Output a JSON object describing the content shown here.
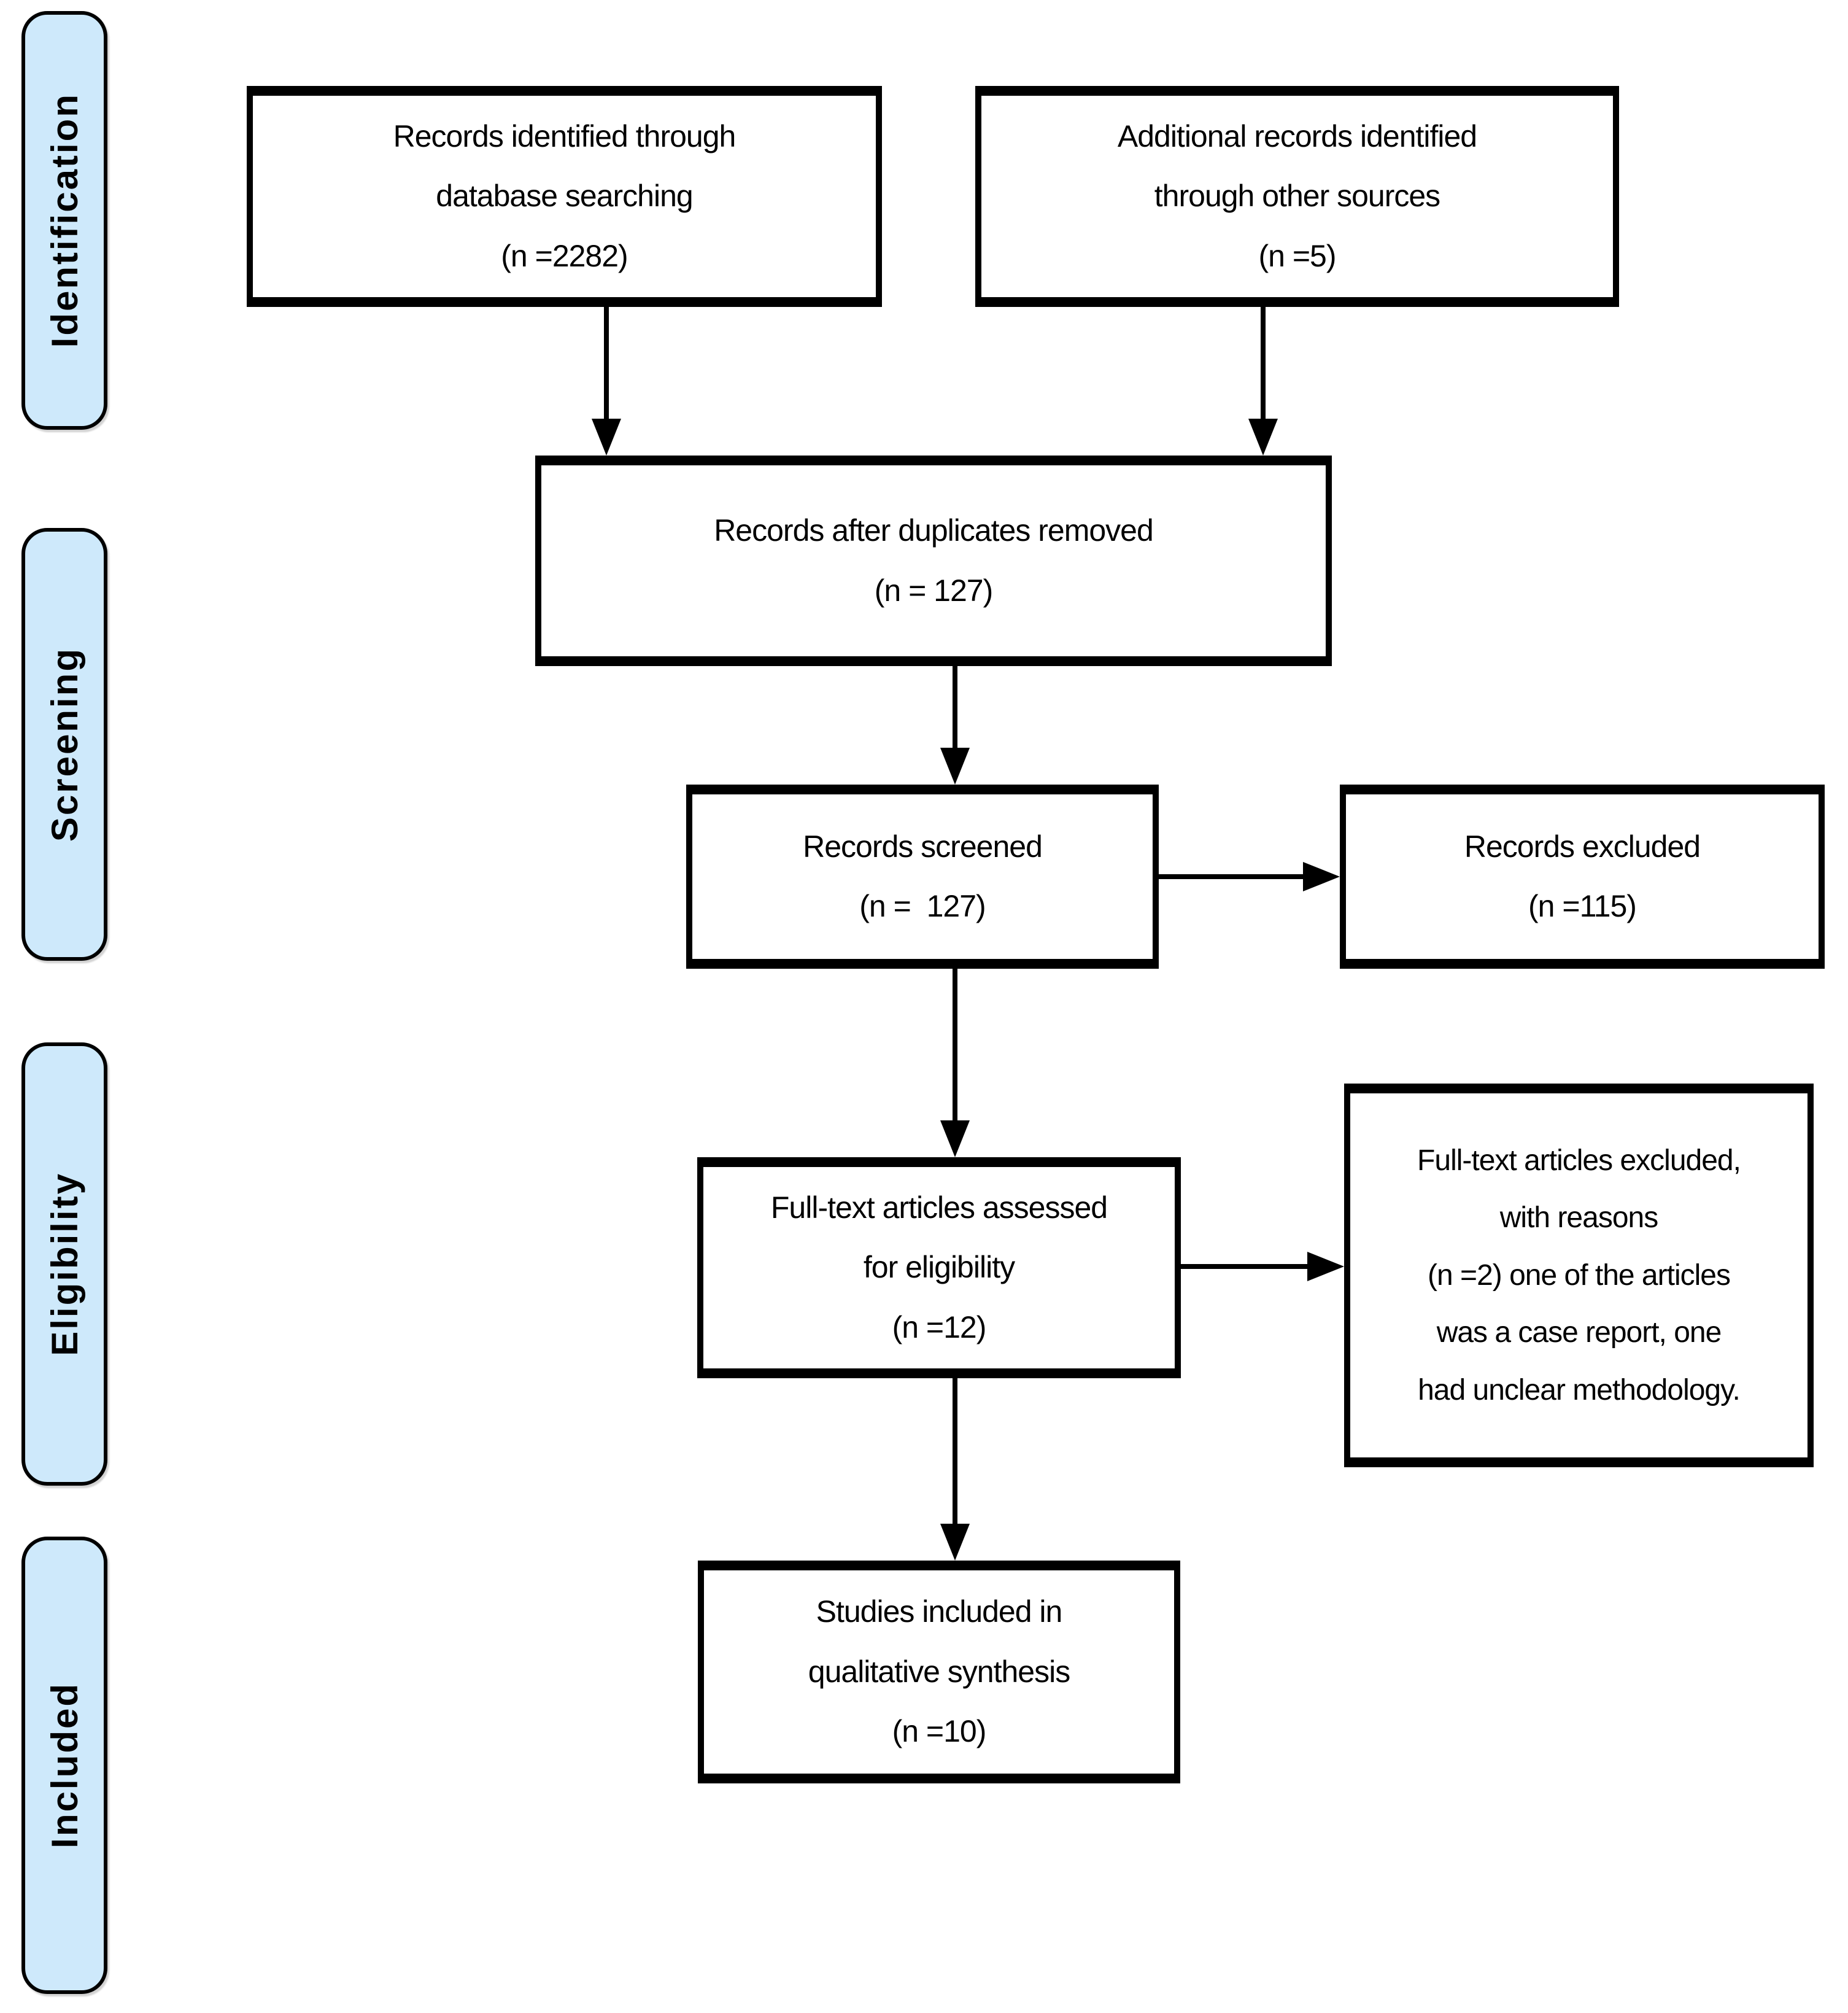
{
  "stages": [
    {
      "label": "Identification"
    },
    {
      "label": "Screening"
    },
    {
      "label": "Eligibility"
    },
    {
      "label": "Included"
    }
  ],
  "boxes": {
    "identified_database": "Records identified through\ndatabase searching\n(n =2282)",
    "additional_sources": "Additional records identified\nthrough other sources\n(n =5)",
    "after_duplicates": "Records after duplicates removed\n(n = 127)",
    "screened": "Records screened\n(n =  127)",
    "excluded": "Records excluded\n(n =115)",
    "fulltext_assessed": "Full-text articles assessed\nfor eligibility\n(n =12)",
    "fulltext_excluded": "Full-text articles excluded,\nwith reasons\n(n =2) one of the articles\nwas a case report, one\nhad unclear methodology.",
    "included_qualitative": "Studies included in\nqualitative synthesis\n(n =10)"
  },
  "colors": {
    "stage_fill": "#cee9fb",
    "stage_border": "#000000",
    "box_fill": "#ffffff",
    "box_border": "#000000",
    "connector": "#000000",
    "text": "#000000"
  }
}
